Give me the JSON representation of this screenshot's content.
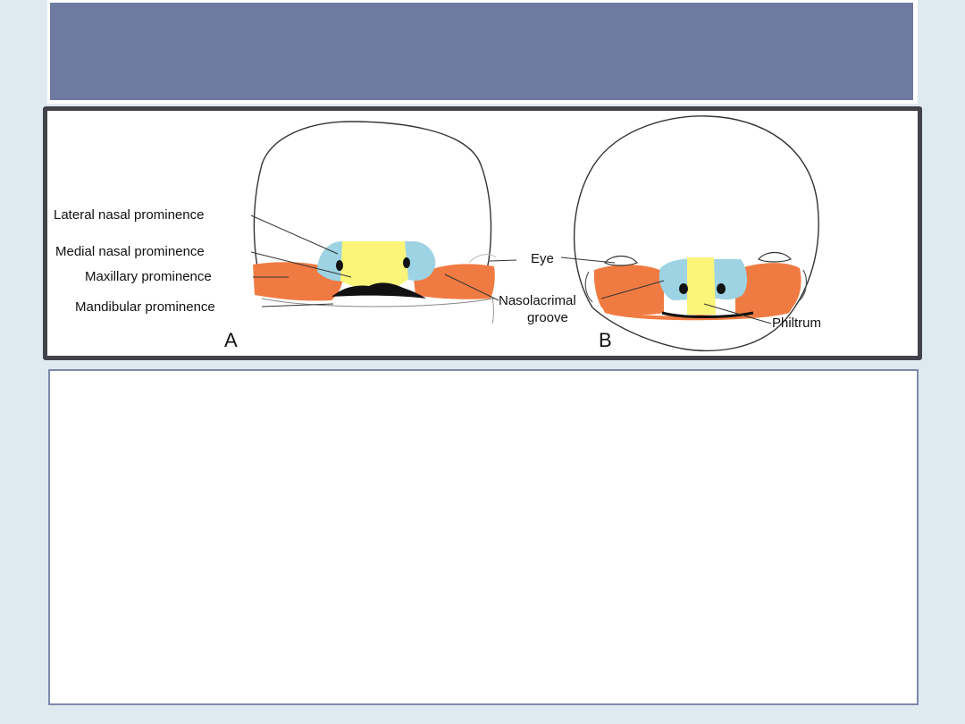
{
  "colors": {
    "title_bar": "#6e7a9f",
    "frame_border": "#42434a",
    "content_border": "#7c89ad",
    "lateral_nasal": "#9dd3e3",
    "medial_nasal": "#fbf57a",
    "maxillary": "#f07b42",
    "mouth": "#111111"
  },
  "diagram": {
    "panel_a": {
      "letter": "A",
      "labels": {
        "lateral_nasal": "Lateral nasal prominence",
        "medial_nasal": "Medial nasal prominence",
        "maxillary": "Maxillary prominence",
        "mandibular": "Mandibular prominence",
        "eye": "Eye",
        "nasolacrimal_1": "Nasolacrimal",
        "nasolacrimal_2": "groove"
      }
    },
    "panel_b": {
      "letter": "B",
      "labels": {
        "philtrum": "Philtrum"
      }
    }
  }
}
